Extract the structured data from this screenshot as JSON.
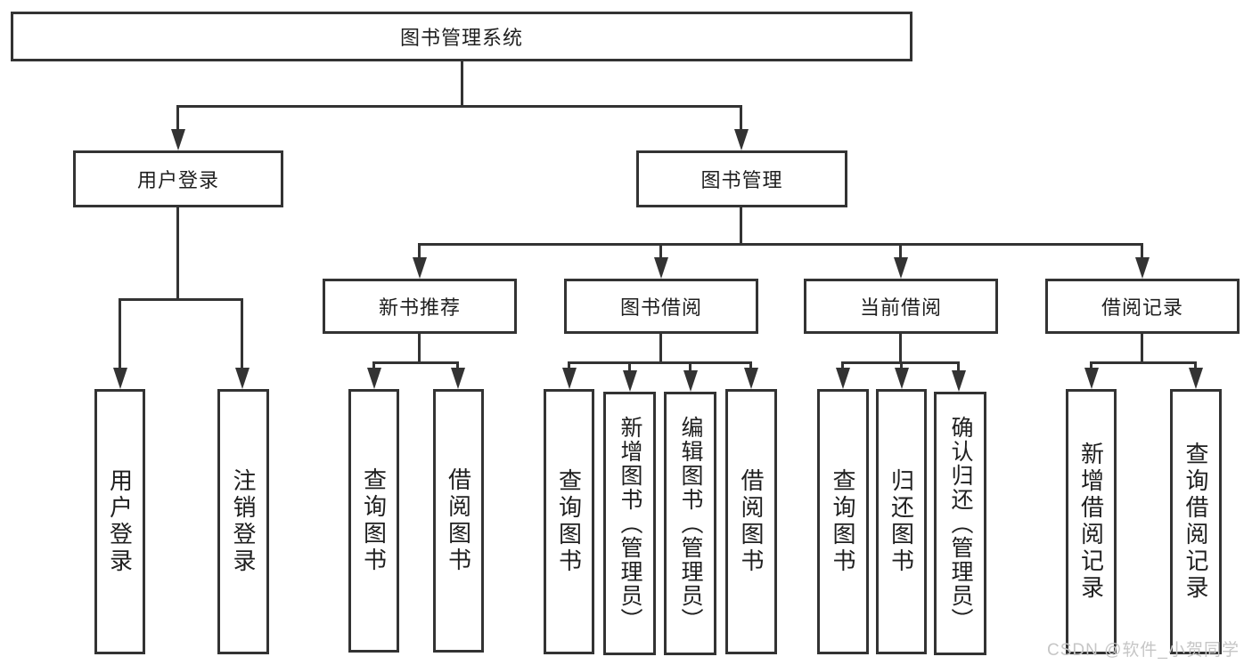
{
  "diagram_title": "图书管理系统",
  "colors": {
    "line": "#333333",
    "box_border": "#333333",
    "text": "#1f1f1f",
    "background": "#ffffff",
    "watermark": "#c6c6c6"
  },
  "root": {
    "label": "图书管理系统"
  },
  "level2": {
    "user_login": {
      "label": "用户登录"
    },
    "book_management": {
      "label": "图书管理"
    }
  },
  "level3": {
    "new_book_rec": {
      "label": "新书推荐"
    },
    "book_borrow": {
      "label": "图书借阅"
    },
    "current_borrow": {
      "label": "当前借阅"
    },
    "borrow_records": {
      "label": "借阅记录"
    }
  },
  "leaves": {
    "user_login_login": {
      "label": "用户登录"
    },
    "user_login_logout": {
      "label": "注销登录"
    },
    "rec_query_book": {
      "label": "查询图书"
    },
    "rec_borrow_book": {
      "label": "借阅图书"
    },
    "borrow_query_book": {
      "label": "查询图书"
    },
    "borrow_add_book": {
      "label": "新增图书（管理员）"
    },
    "borrow_edit_book": {
      "label": "编辑图书（管理员）"
    },
    "borrow_borrow_book": {
      "label": "借阅图书"
    },
    "current_query_book": {
      "label": "查询图书"
    },
    "current_return_book": {
      "label": "归还图书"
    },
    "current_confirm_return": {
      "label": "确认归还（管理员）"
    },
    "records_add_record": {
      "label": "新增借阅记录"
    },
    "records_query_record": {
      "label": "查询借阅记录"
    }
  },
  "watermark": "CSDN @软件_小贺同学"
}
